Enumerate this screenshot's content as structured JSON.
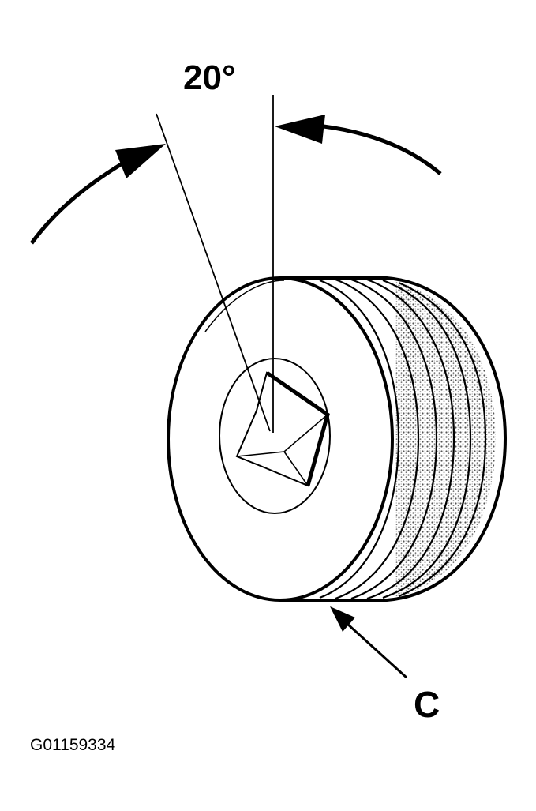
{
  "diagram": {
    "angle_label": "20°",
    "callout_label": "C",
    "figure_id": "G01159334"
  },
  "colors": {
    "ink": "#000000",
    "paper": "#ffffff",
    "stipple": "#8a8a8a"
  }
}
